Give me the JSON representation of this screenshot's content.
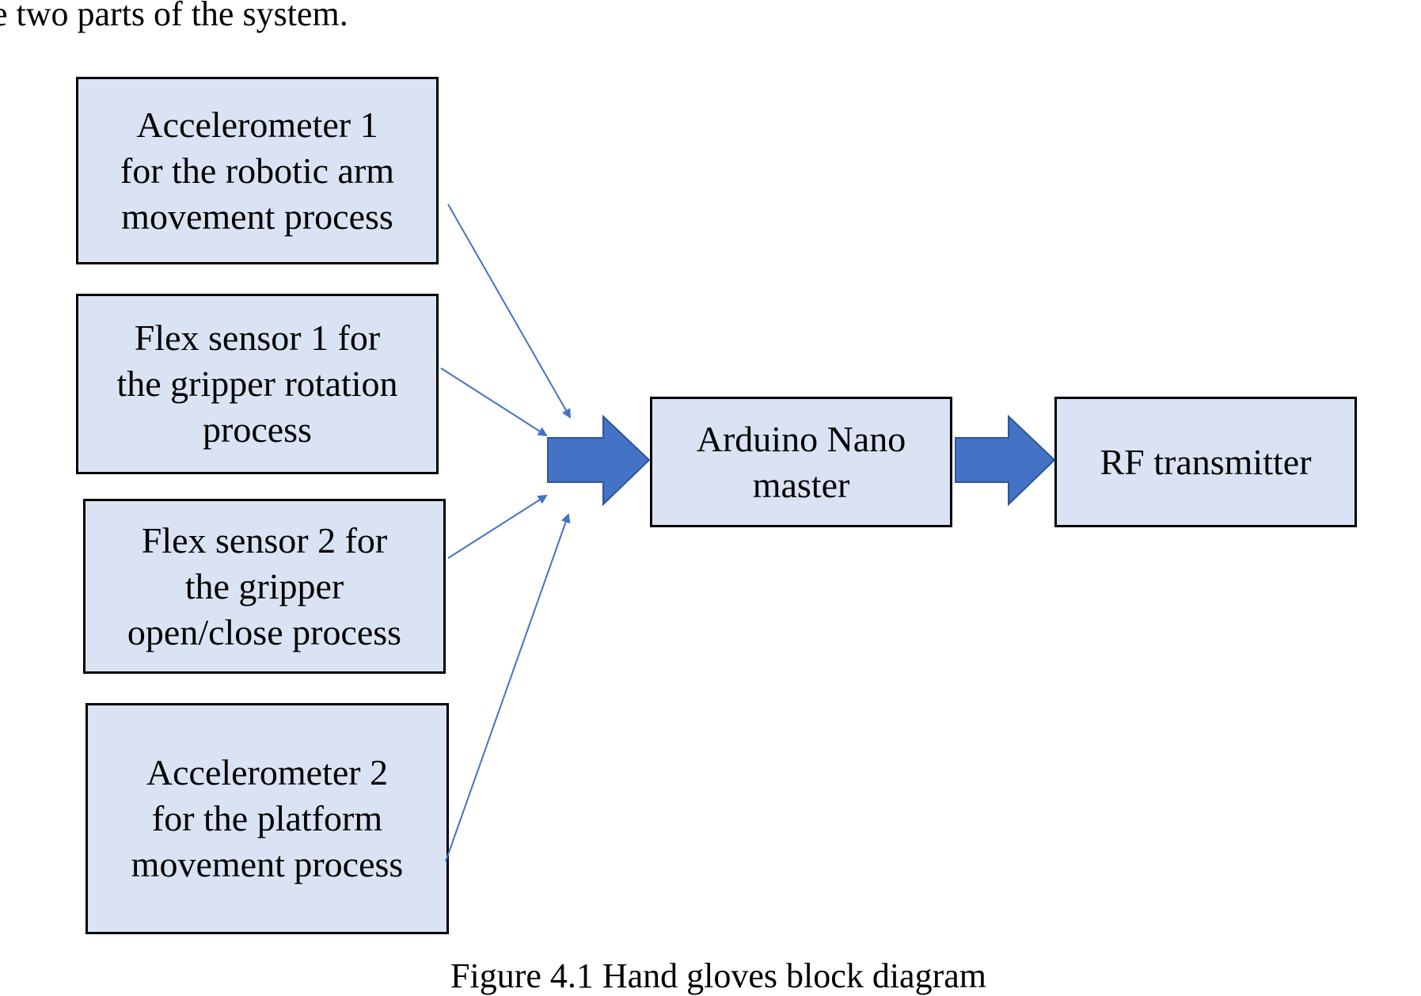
{
  "intro_text": "e two parts of the system.",
  "boxes": {
    "accel1": "Accelerometer 1\nfor the robotic arm\nmovement process",
    "flex1": "Flex sensor 1 for\nthe gripper rotation\nprocess",
    "flex2": "Flex sensor 2 for\nthe gripper\nopen/close process",
    "accel2": "Accelerometer 2\nfor the platform\nmovement process",
    "arduino": "Arduino Nano\nmaster",
    "rf": "RF transmitter"
  },
  "caption": "Figure 4.1 Hand gloves block diagram",
  "colors": {
    "box_fill": "#dae3f3",
    "box_border": "#000000",
    "arrow": "#4472c4"
  }
}
